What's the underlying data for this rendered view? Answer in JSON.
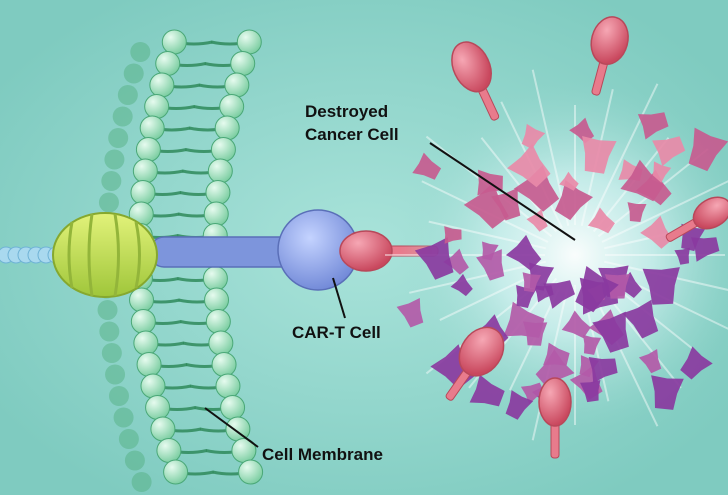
{
  "labels": {
    "destroyed_cancer_cell_line1": "Destroyed",
    "destroyed_cancer_cell_line2": "Cancer Cell",
    "car_t_cell": "CAR-T Cell",
    "cell_membrane": "Cell Membrane"
  },
  "colors": {
    "background": "#86d3c9",
    "membrane_head": "#a8e6c6",
    "membrane_tail": "#2f8a5a",
    "receptor": "#c4e05a",
    "car_t_cell": "#8ea8e8",
    "antigen": "#e0677a",
    "cancer_fragment": "#8a3aa0",
    "cancer_fragment_light": "#e88aa8"
  }
}
